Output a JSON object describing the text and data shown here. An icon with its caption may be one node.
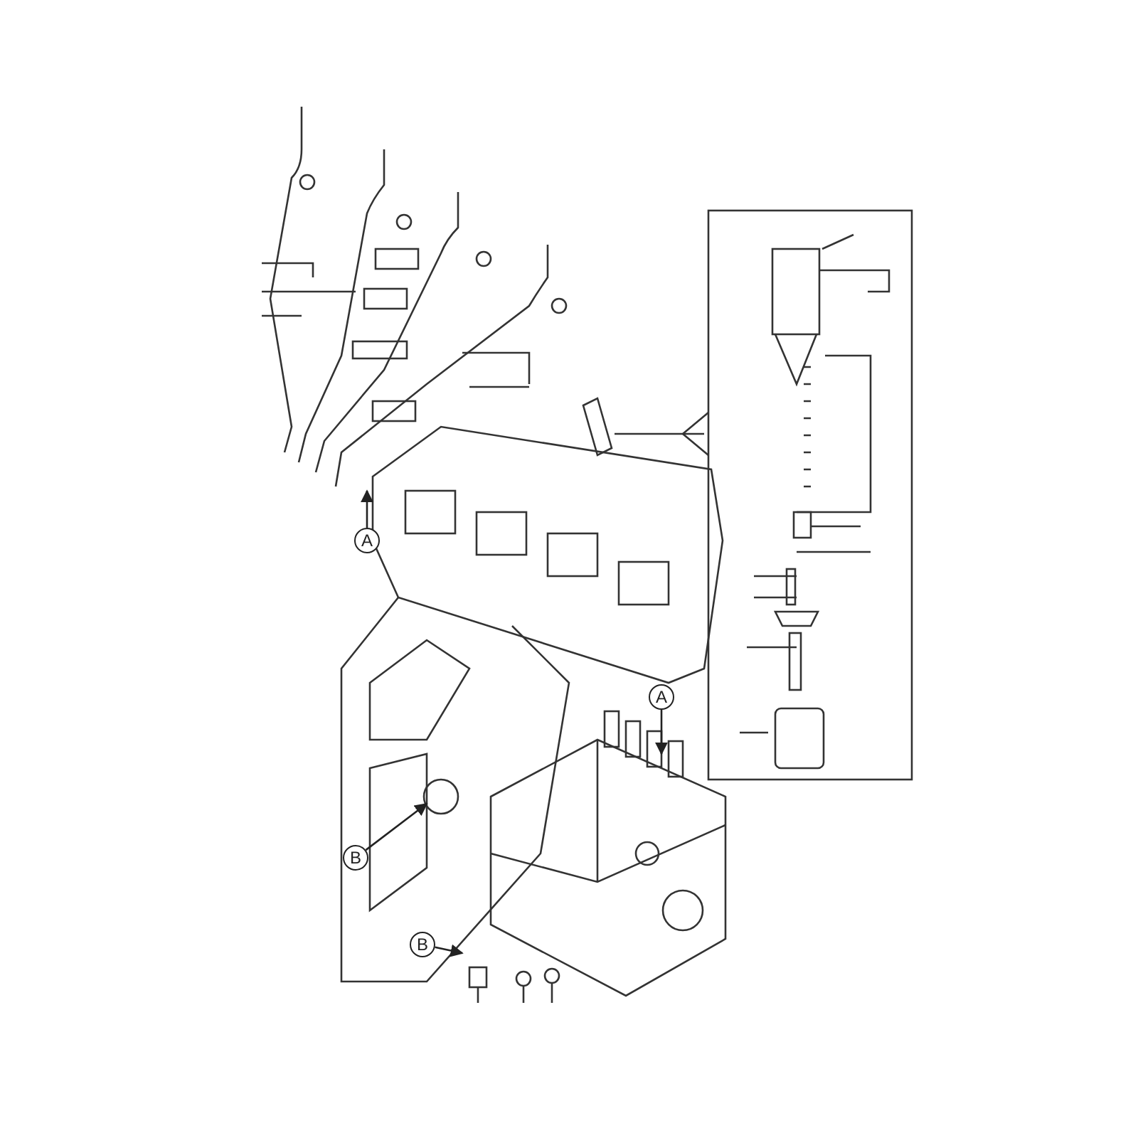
{
  "diagram": {
    "nodes": [
      {
        "text": [
          "A"
        ]
      },
      {
        "text": [
          "A"
        ]
      },
      {
        "text": [
          "B"
        ]
      },
      {
        "text": [
          "B"
        ]
      }
    ],
    "edges": [
      {
        "from": 0,
        "to": null,
        "arrow": "to"
      },
      {
        "from": 1,
        "to": null,
        "arrow": "to"
      },
      {
        "from": 2,
        "to": null,
        "arrow": "to"
      },
      {
        "from": 3,
        "to": null,
        "arrow": "to"
      }
    ]
  }
}
